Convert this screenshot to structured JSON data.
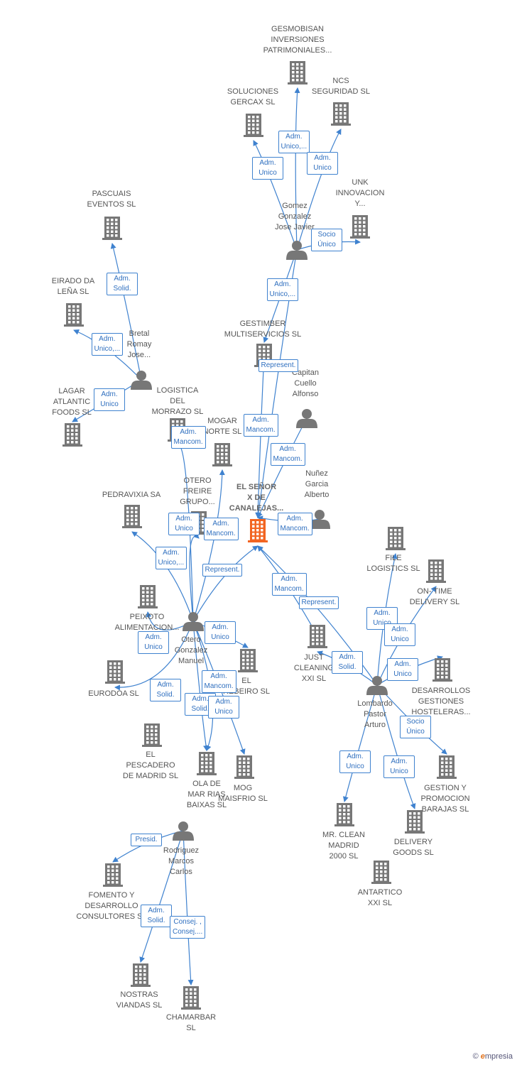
{
  "colors": {
    "edge": "#3f82cf",
    "node": "#777777",
    "focus": "#f26522"
  },
  "footer": {
    "copyright": "©",
    "brand_initial": "e",
    "brand_rest": "mpresia"
  },
  "nodes": [
    {
      "id": "n1",
      "type": "company",
      "label": "GESMOBISAN\nINVERSIONES\nPATRIMONIALES..."
    },
    {
      "id": "n2",
      "type": "company",
      "label": "SOLUCIONES\nGERCAX SL"
    },
    {
      "id": "n3",
      "type": "company",
      "label": "NCS\nSEGURIDAD SL"
    },
    {
      "id": "n4",
      "type": "company",
      "label": "UNK\nINNOVACION\nY..."
    },
    {
      "id": "n5",
      "type": "person",
      "label": "Gomez\nGonzalez\nJose Javier"
    },
    {
      "id": "n6",
      "type": "company",
      "label": "PASCUAIS\nEVENTOS SL"
    },
    {
      "id": "n7",
      "type": "company",
      "label": "EIRADO DA\nLEÑA SL"
    },
    {
      "id": "n8",
      "type": "person",
      "label": "Bretal\nRomay\nJose..."
    },
    {
      "id": "n9",
      "type": "company",
      "label": "GESTIMBER\nMULTISERVICIOS SL"
    },
    {
      "id": "n10",
      "type": "person",
      "label": "Capitan\nCuello\nAlfonso"
    },
    {
      "id": "n11",
      "type": "company",
      "label": "LAGAR\nATLANTIC\nFOODS SL"
    },
    {
      "id": "n12",
      "type": "company",
      "label": "LOGISTICA\nDEL\nMORRAZO SL"
    },
    {
      "id": "n13",
      "type": "company",
      "label": "MOGAR\nNORTE SL"
    },
    {
      "id": "n14",
      "type": "company",
      "label": "EL SEÑOR\nX DE\nCANALEJAS...",
      "focus": true
    },
    {
      "id": "n15",
      "type": "person",
      "label": "Nuñez\nGarcia\nAlberto"
    },
    {
      "id": "n16",
      "type": "company",
      "label": "PEDRAVIXIA SA"
    },
    {
      "id": "n17",
      "type": "company",
      "label": "OTERO\nFREIRE\nGRUPO..."
    },
    {
      "id": "n18",
      "type": "company",
      "label": "FILE\nLOGISTICS SL"
    },
    {
      "id": "n19",
      "type": "company",
      "label": "ON- TIME\nDELIVERY SL"
    },
    {
      "id": "n20",
      "type": "company",
      "label": "PEIXOTO\nALIMENTACION..."
    },
    {
      "id": "n21",
      "type": "person",
      "label": "Otero\nGonzalez\nManuel"
    },
    {
      "id": "n22",
      "type": "company",
      "label": "JUST\nCLEANING\nXXI SL"
    },
    {
      "id": "n23",
      "type": "company",
      "label": "EURODOA SL"
    },
    {
      "id": "n24",
      "type": "company",
      "label": "EL\nREBEIRO SL"
    },
    {
      "id": "n25",
      "type": "company",
      "label": "DESARROLLOS\nGESTIONES\nHOSTELERAS..."
    },
    {
      "id": "n26",
      "type": "person",
      "label": "Lombardo\nPastor\nArturo"
    },
    {
      "id": "n27",
      "type": "company",
      "label": "EL\nPESCADERO\nDE MADRID SL"
    },
    {
      "id": "n28",
      "type": "company",
      "label": "OLA DE\nMAR RIAS\nBAIXAS SL"
    },
    {
      "id": "n29",
      "type": "company",
      "label": "MOG\nMAISFRIO SL"
    },
    {
      "id": "n30",
      "type": "company",
      "label": "GESTION Y\nPROMOCION\nBARAJAS SL"
    },
    {
      "id": "n31",
      "type": "company",
      "label": "MR. CLEAN\nMADRID\n2000 SL"
    },
    {
      "id": "n32",
      "type": "company",
      "label": "DELIVERY\nGOODS SL"
    },
    {
      "id": "n33",
      "type": "person",
      "label": "Rodriguez\nMarcos\nCarlos"
    },
    {
      "id": "n34",
      "type": "company",
      "label": "FOMENTO Y\nDESARROLLO\nCONSULTORES SL"
    },
    {
      "id": "n35",
      "type": "company",
      "label": "ANTARTICO\nXXI SL"
    },
    {
      "id": "n36",
      "type": "company",
      "label": "NOSTRAS\nVIANDAS SL"
    },
    {
      "id": "n37",
      "type": "company",
      "label": "CHAMARBAR\nSL"
    }
  ],
  "relations": [
    {
      "id": "r1",
      "label": "Adm.\nUnico,..."
    },
    {
      "id": "r2",
      "label": "Adm.\nUnico"
    },
    {
      "id": "r3",
      "label": "Adm.\nUnico"
    },
    {
      "id": "r4",
      "label": "Socio\nÚnico"
    },
    {
      "id": "r5",
      "label": "Adm.\nSolid."
    },
    {
      "id": "r6",
      "label": "Adm.\nUnico,..."
    },
    {
      "id": "r7",
      "label": "Adm.\nUnico,..."
    },
    {
      "id": "r8",
      "label": "Represent."
    },
    {
      "id": "r9",
      "label": "Adm.\nUnico"
    },
    {
      "id": "r10",
      "label": "Adm.\nMancom."
    },
    {
      "id": "r11",
      "label": "Adm.\nMancom."
    },
    {
      "id": "r12",
      "label": "Adm.\nMancom."
    },
    {
      "id": "r13",
      "label": "Adm.\nUnico"
    },
    {
      "id": "r14",
      "label": "Adm.\nMancom."
    },
    {
      "id": "r15",
      "label": "Adm.\nMancom."
    },
    {
      "id": "r16",
      "label": "Adm.\nUnico,..."
    },
    {
      "id": "r17",
      "label": "Represent."
    },
    {
      "id": "r18",
      "label": "Adm.\nMancom."
    },
    {
      "id": "r19",
      "label": "Represent."
    },
    {
      "id": "r20",
      "label": "Adm.\nUnico"
    },
    {
      "id": "r21",
      "label": "Adm.\nUnico"
    },
    {
      "id": "r22",
      "label": "Adm.\nUnico"
    },
    {
      "id": "r23",
      "label": "Adm.\nUnico"
    },
    {
      "id": "r24",
      "label": "Adm.\nSolid."
    },
    {
      "id": "r25",
      "label": "Adm.\nMancom."
    },
    {
      "id": "r26",
      "label": "Adm.\nSolid."
    },
    {
      "id": "r27",
      "label": "Adm.\nUnico"
    },
    {
      "id": "r28",
      "label": "Adm.\nSolid."
    },
    {
      "id": "r29",
      "label": "Socio\nÚnico"
    },
    {
      "id": "r30",
      "label": "Adm.\nUnico"
    },
    {
      "id": "r31",
      "label": "Adm.\nUnico"
    },
    {
      "id": "r32",
      "label": "Adm.\nUnico"
    },
    {
      "id": "r33",
      "label": "Presid."
    },
    {
      "id": "r34",
      "label": "Adm.\nSolid."
    },
    {
      "id": "r35",
      "label": "Consej. ,\nConsej...."
    }
  ]
}
